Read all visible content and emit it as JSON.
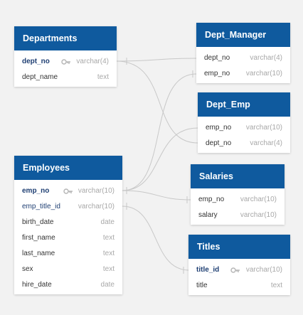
{
  "colors": {
    "header": "#0f5a9e",
    "header_text": "#ffffff",
    "background": "#f2f2f2",
    "row_text": "#333333",
    "pk_text": "#1f3f73",
    "type_text": "#a8a8a8",
    "connector": "#c8c8c8"
  },
  "tables": {
    "departments": {
      "title": "Departments",
      "columns": [
        {
          "name": "dept_no",
          "type": "varchar(4)",
          "pk": true
        },
        {
          "name": "dept_name",
          "type": "text",
          "pk": false
        }
      ]
    },
    "dept_manager": {
      "title": "Dept_Manager",
      "columns": [
        {
          "name": "dept_no",
          "type": "varchar(4)"
        },
        {
          "name": "emp_no",
          "type": "varchar(10)"
        }
      ]
    },
    "dept_emp": {
      "title": "Dept_Emp",
      "columns": [
        {
          "name": "emp_no",
          "type": "varchar(10)"
        },
        {
          "name": "dept_no",
          "type": "varchar(4)"
        }
      ]
    },
    "employees": {
      "title": "Employees",
      "columns": [
        {
          "name": "emp_no",
          "type": "varchar(10)",
          "pk": true
        },
        {
          "name": "emp_title_id",
          "type": "varchar(10)"
        },
        {
          "name": "birth_date",
          "type": "date"
        },
        {
          "name": "first_name",
          "type": "text"
        },
        {
          "name": "last_name",
          "type": "text"
        },
        {
          "name": "sex",
          "type": "text"
        },
        {
          "name": "hire_date",
          "type": "date"
        }
      ]
    },
    "salaries": {
      "title": "Salaries",
      "columns": [
        {
          "name": "emp_no",
          "type": "varchar(10)"
        },
        {
          "name": "salary",
          "type": "varchar(10)"
        }
      ]
    },
    "titles": {
      "title": "Titles",
      "columns": [
        {
          "name": "title_id",
          "type": "varchar(10)",
          "pk": true
        },
        {
          "name": "title",
          "type": "text"
        }
      ]
    }
  },
  "relationships": [
    {
      "from": "departments.dept_no",
      "to": "dept_manager.dept_no",
      "cardinality": "one-to-many"
    },
    {
      "from": "departments.dept_no",
      "to": "dept_emp.dept_no",
      "cardinality": "one-to-many"
    },
    {
      "from": "employees.emp_no",
      "to": "dept_manager.emp_no",
      "cardinality": "one-to-one"
    },
    {
      "from": "employees.emp_no",
      "to": "dept_emp.emp_no",
      "cardinality": "one-to-many"
    },
    {
      "from": "employees.emp_no",
      "to": "salaries.emp_no",
      "cardinality": "one-to-one"
    },
    {
      "from": "employees.emp_title_id",
      "to": "titles.title_id",
      "cardinality": "many-to-one"
    }
  ]
}
